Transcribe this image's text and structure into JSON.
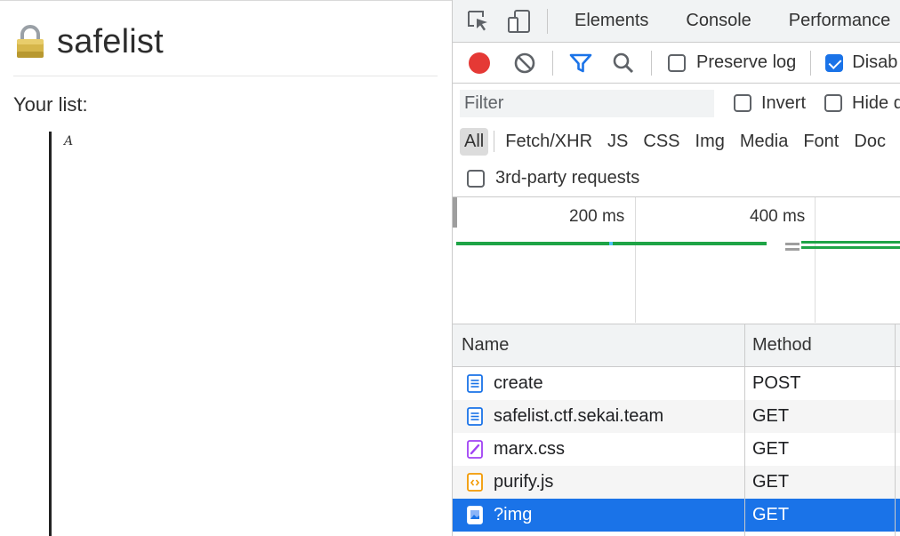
{
  "page": {
    "title": "safelist",
    "list_heading": "Your list:",
    "list_item": "A",
    "lock_icon": "lock-icon"
  },
  "devtools": {
    "tabs": [
      "Elements",
      "Console",
      "Performance"
    ],
    "toolbar": {
      "preserve_log_label": "Preserve log",
      "preserve_log_checked": false,
      "disable_cache_label": "Disab",
      "disable_cache_checked": true,
      "record_color": "#e53935",
      "filter_icon_color": "#1a73e8"
    },
    "filter": {
      "placeholder": "Filter",
      "invert_label": "Invert",
      "hide_label": "Hide d"
    },
    "types": [
      "All",
      "Fetch/XHR",
      "JS",
      "CSS",
      "Img",
      "Media",
      "Font",
      "Doc"
    ],
    "active_type": "All",
    "third_party_label": "3rd-party requests",
    "timeline": {
      "ticks": [
        "200 ms",
        "400 ms"
      ],
      "bar_color": "#1ea446"
    },
    "table": {
      "headers": {
        "name": "Name",
        "method": "Method"
      },
      "rows": [
        {
          "name": "create",
          "method": "POST",
          "type": "document",
          "icon": "document-icon"
        },
        {
          "name": "safelist.ctf.sekai.team",
          "method": "GET",
          "type": "document",
          "icon": "document-icon"
        },
        {
          "name": "marx.css",
          "method": "GET",
          "type": "stylesheet",
          "icon": "stylesheet-icon"
        },
        {
          "name": "purify.js",
          "method": "GET",
          "type": "script",
          "icon": "script-icon"
        },
        {
          "name": "?img",
          "method": "GET",
          "type": "image",
          "icon": "image-icon",
          "selected": true
        }
      ]
    }
  }
}
